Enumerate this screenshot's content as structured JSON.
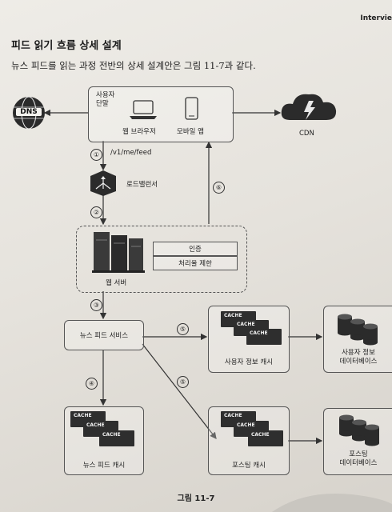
{
  "header": {
    "tag": "Intervie"
  },
  "section": {
    "title": "피드 읽기 흐름 상세 설계",
    "intro": "뉴스 피드를 읽는 과정 전반의 상세 설계안은 그림 11-7과 같다."
  },
  "diagram": {
    "user_label": "사용자\n단말",
    "web_browser": "웹 브라우저",
    "mobile_app": "모바일 앱",
    "dns": "DNS",
    "cdn": "CDN",
    "api_path": "/v1/me/feed",
    "load_balancer": "로드밸런서",
    "web_server": "웹 서버",
    "auth": "인증",
    "rate_limit": "처리율 제한",
    "news_feed_service": "뉴스 피드 서비스",
    "user_cache": "사용자 정보 캐시",
    "user_db": "사용자 정보\n데이터베이스",
    "news_feed_cache": "뉴스 피드 캐시",
    "post_cache": "포스팅 캐시",
    "post_db": "포스팅\n데이터베이스",
    "cache_word": "CACHE",
    "steps": [
      "①",
      "②",
      "③",
      "④",
      "⑤",
      "⑤",
      "⑥"
    ]
  },
  "figure": {
    "caption": "그림 11-7"
  }
}
